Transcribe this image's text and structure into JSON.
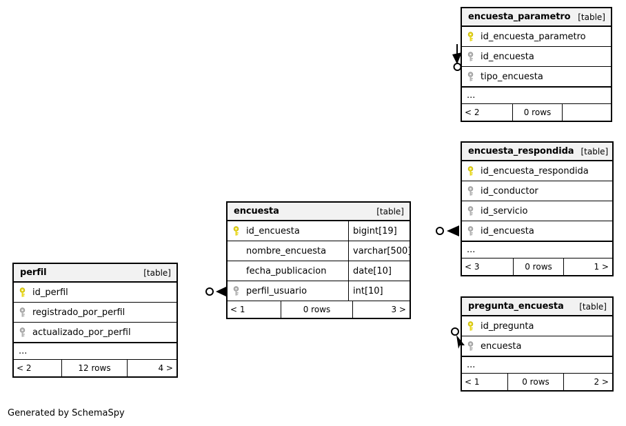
{
  "diagram": {
    "generator_note": "Generated by SchemaSpy",
    "table_tag": "[table]",
    "ellipsis": "...",
    "colors": {
      "primary_key": "#e8d71e",
      "foreign_key": "#b3b3b3",
      "header_bg": "#f2f2f2",
      "border": "#000000",
      "background": "#ffffff"
    }
  },
  "tables": [
    {
      "name": "encuesta_parametro",
      "tag": "[table]",
      "columns": [
        {
          "name": "id_encuesta_parametro",
          "key": "primary",
          "type": ""
        },
        {
          "name": "id_encuesta",
          "key": "foreign",
          "type": ""
        },
        {
          "name": "tipo_encuesta",
          "key": "foreign",
          "type": ""
        }
      ],
      "has_more": true,
      "footer": {
        "left": "< 2",
        "center": "0 rows",
        "right": ""
      }
    },
    {
      "name": "encuesta_respondida",
      "tag": "[table]",
      "columns": [
        {
          "name": "id_encuesta_respondida",
          "key": "primary",
          "type": ""
        },
        {
          "name": "id_conductor",
          "key": "foreign",
          "type": ""
        },
        {
          "name": "id_servicio",
          "key": "foreign",
          "type": ""
        },
        {
          "name": "id_encuesta",
          "key": "foreign",
          "type": ""
        }
      ],
      "has_more": true,
      "footer": {
        "left": "< 3",
        "center": "0 rows",
        "right": "1 >"
      }
    },
    {
      "name": "pregunta_encuesta",
      "tag": "[table]",
      "columns": [
        {
          "name": "id_pregunta",
          "key": "primary",
          "type": ""
        },
        {
          "name": "encuesta",
          "key": "foreign",
          "type": ""
        }
      ],
      "has_more": true,
      "footer": {
        "left": "< 1",
        "center": "0 rows",
        "right": "2 >"
      }
    },
    {
      "name": "encuesta",
      "tag": "[table]",
      "columns": [
        {
          "name": "id_encuesta",
          "key": "primary",
          "type": "bigint[19]"
        },
        {
          "name": "nombre_encuesta",
          "key": "none",
          "type": "varchar[500]"
        },
        {
          "name": "fecha_publicacion",
          "key": "none",
          "type": "date[10]"
        },
        {
          "name": "perfil_usuario",
          "key": "foreign",
          "type": "int[10]"
        }
      ],
      "has_more": false,
      "footer": {
        "left": "< 1",
        "center": "0 rows",
        "right": "3 >"
      }
    },
    {
      "name": "perfil",
      "tag": "[table]",
      "columns": [
        {
          "name": "id_perfil",
          "key": "primary",
          "type": ""
        },
        {
          "name": "registrado_por_perfil",
          "key": "foreign",
          "type": ""
        },
        {
          "name": "actualizado_por_perfil",
          "key": "foreign",
          "type": ""
        }
      ],
      "has_more": true,
      "footer": {
        "left": "< 2",
        "center": "12 rows",
        "right": "4 >"
      }
    }
  ],
  "relationships": [
    {
      "name": "encuesta-to-encuesta_parametro",
      "marker": "zero-or-more-down"
    },
    {
      "name": "encuesta-to-encuesta_respondida",
      "marker": "zero-or-more-left"
    },
    {
      "name": "encuesta-to-pregunta_encuesta",
      "marker": "zero-or-more-diagonal"
    },
    {
      "name": "perfil-to-encuesta",
      "marker": "zero-or-more-left"
    }
  ]
}
